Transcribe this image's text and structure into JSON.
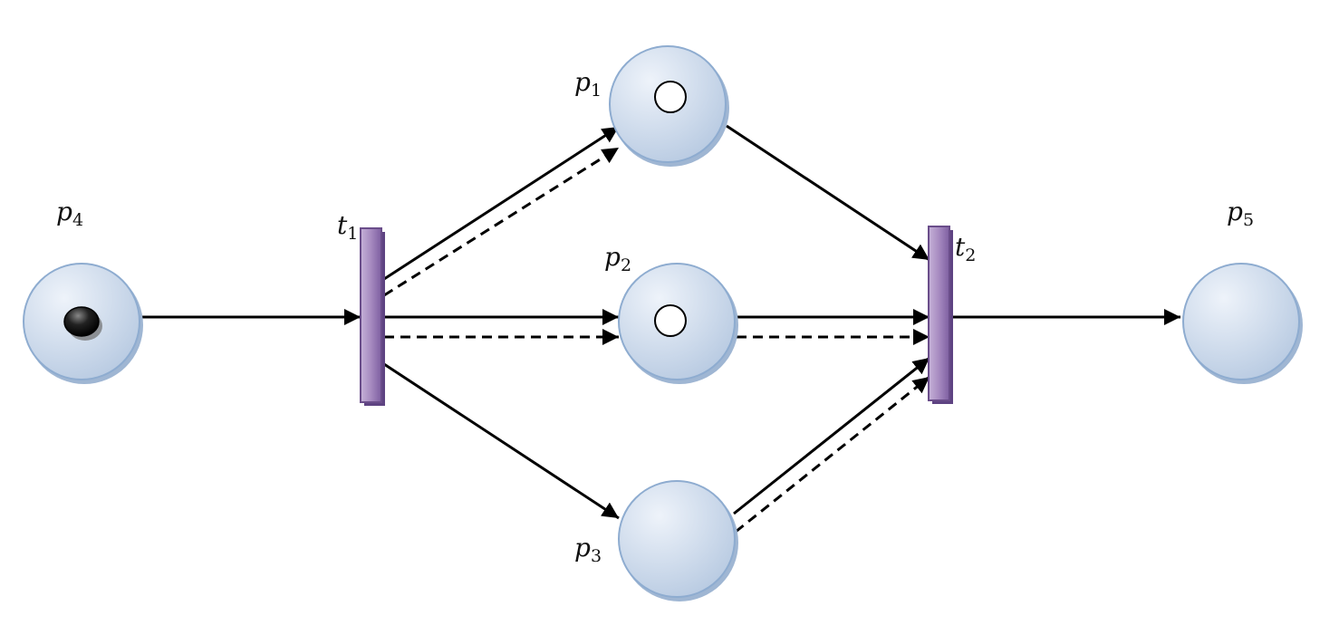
{
  "places": [
    {
      "id": "p1",
      "label": "p",
      "sub": "1",
      "token": "hollow"
    },
    {
      "id": "p2",
      "label": "p",
      "sub": "2",
      "token": "hollow"
    },
    {
      "id": "p3",
      "label": "p",
      "sub": "3",
      "token": "none"
    },
    {
      "id": "p4",
      "label": "p",
      "sub": "4",
      "token": "filled"
    },
    {
      "id": "p5",
      "label": "p",
      "sub": "5",
      "token": "none"
    }
  ],
  "transitions": [
    {
      "id": "t1",
      "label": "t",
      "sub": "1"
    },
    {
      "id": "t2",
      "label": "t",
      "sub": "2"
    }
  ],
  "arcs": [
    {
      "from": "p4",
      "to": "t1",
      "style": "solid"
    },
    {
      "from": "t1",
      "to": "p1",
      "style": "solid"
    },
    {
      "from": "t1",
      "to": "p1",
      "style": "dashed"
    },
    {
      "from": "t1",
      "to": "p2",
      "style": "solid"
    },
    {
      "from": "t1",
      "to": "p2",
      "style": "dashed"
    },
    {
      "from": "t1",
      "to": "p3",
      "style": "solid"
    },
    {
      "from": "p1",
      "to": "t2",
      "style": "solid"
    },
    {
      "from": "p2",
      "to": "t2",
      "style": "solid"
    },
    {
      "from": "p2",
      "to": "t2",
      "style": "dashed"
    },
    {
      "from": "p3",
      "to": "t2",
      "style": "solid"
    },
    {
      "from": "p3",
      "to": "t2",
      "style": "dashed"
    },
    {
      "from": "t2",
      "to": "p5",
      "style": "solid"
    }
  ],
  "colors": {
    "place_fill_light": "#e6eef7",
    "place_fill_dark": "#bccde2",
    "place_stroke": "#8eacd0",
    "transition_fill": "#a98cbf",
    "transition_stroke": "#6a4d8a",
    "token_filled": "#111111",
    "token_hollow": "#ffffff"
  }
}
